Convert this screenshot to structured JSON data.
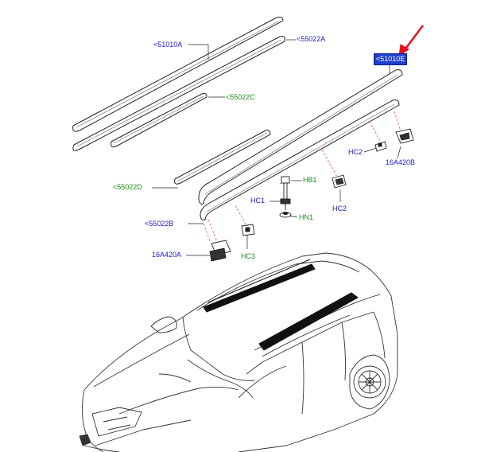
{
  "callouts": {
    "l51010a": "<51010A",
    "l55022a": "<55022A",
    "l55022c": "<55022C",
    "l55022d": "<55022D",
    "l55022b": "<55022B",
    "l16a420a": "16A420A",
    "l51010e": "<51010E",
    "hc2_top": "HC2",
    "l16a420b": "16A420B",
    "hb1": "HB1",
    "hc1": "HC1",
    "hn1": "HN1",
    "hc2_mid": "HC2",
    "hc3": "HC3"
  },
  "colors": {
    "part_label": "#1a1acd",
    "kit_label": "#1a8a1a",
    "highlight_bg": "#1f3fd0",
    "pointer_arrow": "#e8101a",
    "leader_dashed": "#e85a6a",
    "line_art": "#222222"
  },
  "icons": {
    "pointer": "red-arrow-icon"
  }
}
